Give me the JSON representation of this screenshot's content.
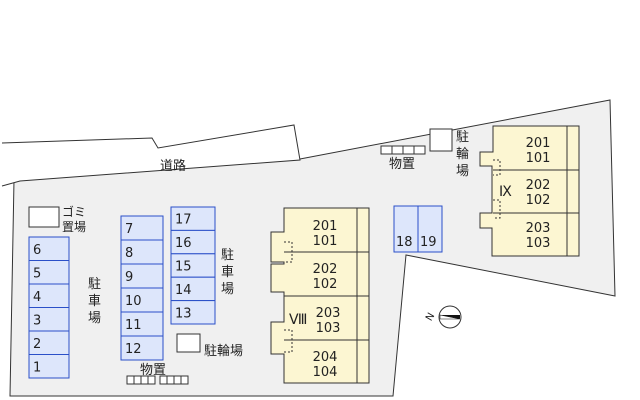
{
  "road_label": "道路",
  "garbage_label_line1": "ゴミ",
  "garbage_label_line2": "置場",
  "parking_label_chars": [
    "駐",
    "車",
    "場"
  ],
  "bicycle_parking_label": "駐輪場",
  "bicycle_parking_right_chars": [
    "駐",
    "輪",
    "場"
  ],
  "storage_label": "物置",
  "parking_col_a": [
    "6",
    "5",
    "4",
    "3",
    "2",
    "1"
  ],
  "parking_col_b": [
    "7",
    "8",
    "9",
    "10",
    "11",
    "12"
  ],
  "parking_col_c": [
    "17",
    "16",
    "15",
    "14",
    "13"
  ],
  "parking_small": [
    "18",
    "19"
  ],
  "building_VIII": {
    "label": "Ⅷ",
    "units": [
      {
        "upper": "201",
        "lower": "101"
      },
      {
        "upper": "202",
        "lower": "102"
      },
      {
        "upper": "203",
        "lower": "103"
      },
      {
        "upper": "204",
        "lower": "104"
      }
    ]
  },
  "building_IX": {
    "label": "Ⅸ",
    "units": [
      {
        "upper": "201",
        "lower": "101"
      },
      {
        "upper": "202",
        "lower": "102"
      },
      {
        "upper": "203",
        "lower": "103"
      }
    ]
  },
  "compass_label": "N",
  "colors": {
    "site_fill": "#f0f0f0",
    "parking_fill": "#dde6fb",
    "parking_stroke": "#2a4fc8",
    "building_fill": "#fcf6d2",
    "outline": "#333333"
  }
}
